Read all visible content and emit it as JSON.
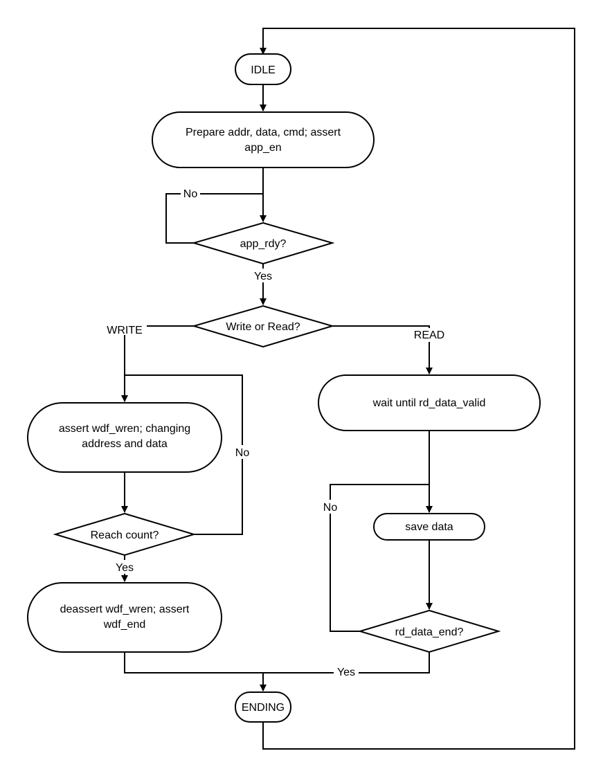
{
  "nodes": {
    "idle": "IDLE",
    "prepare_line1": "Prepare addr, data, cmd; assert",
    "prepare_line2": "app_en",
    "app_rdy": "app_rdy?",
    "write_or_read": "Write or Read?",
    "assert_wren_line1": "assert wdf_wren; changing",
    "assert_wren_line2": "address and data",
    "reach_count": "Reach count?",
    "deassert_line1": "deassert wdf_wren; assert",
    "deassert_line2": "wdf_end",
    "wait_valid": "wait until rd_data_valid",
    "save_data": "save data",
    "rd_data_end": "rd_data_end?",
    "ending": "ENDING"
  },
  "edge_labels": {
    "app_rdy_no": "No",
    "app_rdy_yes": "Yes",
    "write": "WRITE",
    "read": "READ",
    "reach_count_no": "No",
    "reach_count_yes": "Yes",
    "rd_data_end_no": "No",
    "rd_data_end_yes": "Yes"
  }
}
